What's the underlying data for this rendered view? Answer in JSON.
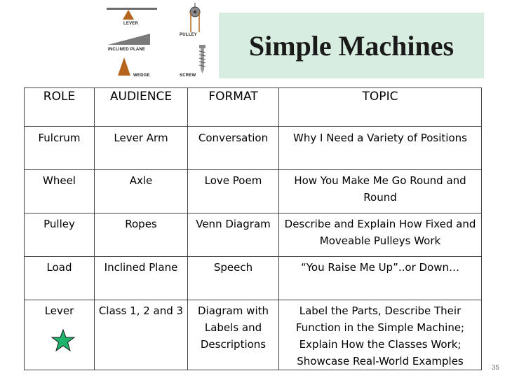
{
  "clipart": {
    "labels": [
      "LEVER",
      "PULLEY",
      "INCLINED PLANE",
      "SCREW",
      "WEDGE"
    ]
  },
  "title": "Simple Machines",
  "table": {
    "headers": [
      "ROLE",
      "AUDIENCE",
      "FORMAT",
      "TOPIC"
    ],
    "rows": [
      [
        "Fulcrum",
        "Lever Arm",
        "Conversation",
        "Why I Need a Variety of Positions"
      ],
      [
        "Wheel",
        "Axle",
        "Love Poem",
        "How You Make Me Go Round and Round"
      ],
      [
        "Pulley",
        "Ropes",
        "Venn Diagram",
        "Describe and Explain How Fixed and Moveable Pulleys Work"
      ],
      [
        "Load",
        "Inclined Plane",
        "Speech",
        "“You Raise Me Up”..or Down…"
      ],
      [
        "Lever",
        "Class 1, 2 and 3",
        "Diagram with Labels and Descriptions",
        "Label the Parts, Describe Their Function in the Simple Machine; Explain How the Classes Work; Showcase Real-World Examples"
      ]
    ]
  },
  "star_color": "#1db36b",
  "page_number": "35"
}
